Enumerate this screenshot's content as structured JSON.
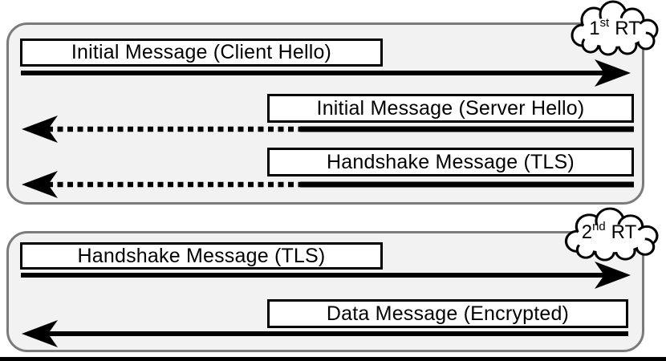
{
  "rounds": [
    {
      "badge": {
        "number": "1",
        "ordinal": "st",
        "unit": "RT"
      },
      "messages": [
        {
          "label": "Initial Message (Client Hello)",
          "direction": "right",
          "line_style": "solid"
        },
        {
          "label": "Initial Message (Server Hello)",
          "direction": "left",
          "line_style": "dotted"
        },
        {
          "label": "Handshake Message (TLS)",
          "direction": "left",
          "line_style": "dotted"
        }
      ]
    },
    {
      "badge": {
        "number": "2",
        "ordinal": "nd",
        "unit": "RT"
      },
      "messages": [
        {
          "label": "Handshake Message (TLS)",
          "direction": "right",
          "line_style": "solid"
        },
        {
          "label": "Data Message (Encrypted)",
          "direction": "left",
          "line_style": "solid"
        }
      ]
    }
  ],
  "colors": {
    "background": "#ffffff",
    "panel_fill": "#f2f2f2",
    "panel_border": "#7b7b7b",
    "ink": "#000000"
  }
}
